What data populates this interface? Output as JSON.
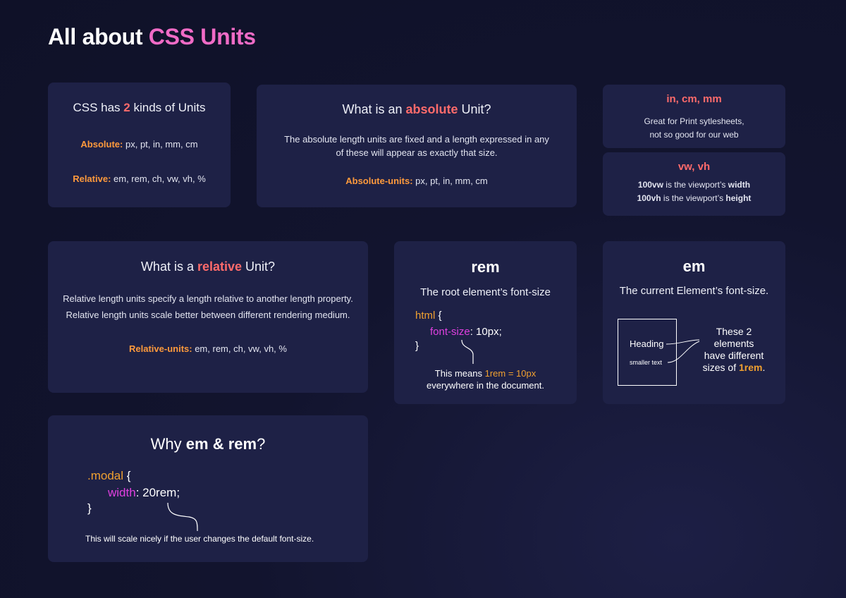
{
  "title": {
    "prefix": "All about ",
    "accent": "CSS Units"
  },
  "colors": {
    "accent_pink": "#f06bc6",
    "highlight_red": "#ff6b6b",
    "highlight_orange": "#ff9a3c",
    "code_magenta": "#e040e0",
    "card_bg": "#1e2146"
  },
  "kinds": {
    "heading_a": "CSS has ",
    "heading_num": "2",
    "heading_b": " kinds of Units",
    "absolute_label": "Absolute:",
    "absolute_value": " px, pt, in, mm, cm",
    "relative_label": "Relative:",
    "relative_value": " em, rem, ch, vw, vh, %"
  },
  "absolute": {
    "heading_a": "What is an ",
    "heading_hl": "absolute",
    "heading_b": " Unit?",
    "desc_line1": "The absolute length units are fixed and a length expressed in any",
    "desc_line2": "of these will appear as exactly that size.",
    "units_label": "Absolute-units:",
    "units_value": " px, pt, in, mm, cm"
  },
  "print_units": {
    "heading": "in, cm, mm",
    "line1": "Great for Print sytlesheets,",
    "line2": "not so good for our web"
  },
  "viewport": {
    "heading": "vw, vh",
    "vw_bold": "100vw",
    "vw_text": " is the viewport’s ",
    "vw_end": "width",
    "vh_bold": "100vh",
    "vh_text": " is the viewport’s ",
    "vh_end": "height"
  },
  "relative": {
    "heading_a": "What is a ",
    "heading_hl": "relative",
    "heading_b": " Unit?",
    "desc_line1": "Relative length units specify a length relative to another length property.",
    "desc_line2": "Relative length units scale better between different rendering medium.",
    "units_label": "Relative-units:",
    "units_value": " em, rem, ch, vw, vh, %"
  },
  "rem": {
    "heading": "rem",
    "subtitle": "The root element’s font-size",
    "code_selector": "html",
    "code_open": " {",
    "code_prop": "font-size",
    "code_value": ": 10px;",
    "code_close": "}",
    "note_a": "This means ",
    "note_hl": "1rem = 10px",
    "note_line2": "everywhere in the document."
  },
  "em": {
    "heading": "em",
    "subtitle": "The current Element’s font-size.",
    "box_heading": "Heading",
    "box_small": "smaller text",
    "note_line1": "These 2",
    "note_line2": "elements",
    "note_line3": "have different",
    "note_line4a": "sizes of ",
    "note_line4b": "1rem",
    "note_line4c": "."
  },
  "why": {
    "heading_a": "Why ",
    "heading_b": "em & rem",
    "heading_c": "?",
    "code_selector": ".modal",
    "code_open": " {",
    "code_prop": "width",
    "code_value": ": 20rem;",
    "code_close": "}",
    "note": "This will scale nicely if the user changes the default font-size."
  }
}
